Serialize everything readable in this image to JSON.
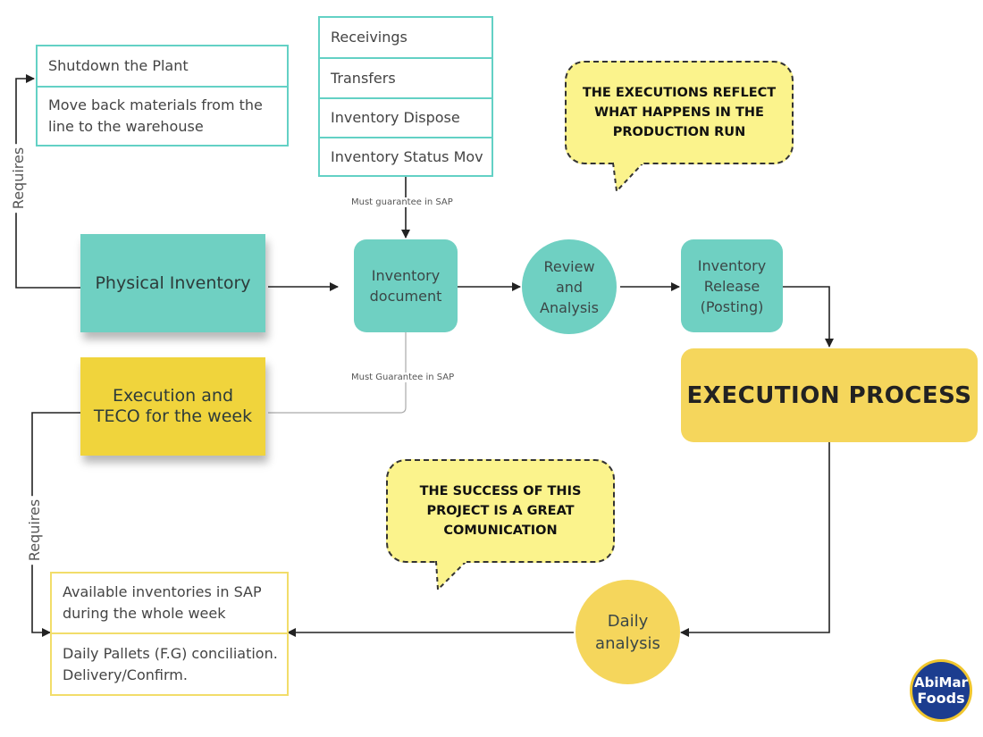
{
  "top_list": {
    "items": [
      "Shutdown the Plant",
      "Move back materials from the line to the warehouse"
    ]
  },
  "movements_list": {
    "items": [
      "Receivings",
      "Transfers",
      "Inventory Dispose",
      "Inventory Status Mov"
    ]
  },
  "bottom_list": {
    "items": [
      "Available inventories in SAP during the whole week",
      "Daily Pallets (F.G) conciliation. Delivery/Confirm."
    ]
  },
  "nodes": {
    "physical_inventory": "Physical Inventory",
    "execution_teco": "Execution and TECO for the week",
    "inventory_document": "Inventory document",
    "review_analysis": "Review and Analysis",
    "inventory_release": "Inventory Release (Posting)",
    "execution_process": "EXECUTION PROCESS",
    "daily_analysis": "Daily analysis"
  },
  "edge_labels": {
    "requires_top": "Requires",
    "requires_bottom": "Requires",
    "must_guarantee_top": "Must guarantee in SAP",
    "must_guarantee_bottom": "Must Guarantee in SAP"
  },
  "callouts": {
    "executions": "THE EXECUTIONS REFLECT WHAT HAPPENS IN THE PRODUCTION RUN",
    "success": "THE SUCCESS OF THIS PROJECT IS A GREAT COMUNICATION"
  },
  "logo": {
    "line1": "AbiMar",
    "line2": "Foods"
  },
  "colors": {
    "teal": "#6fd0c2",
    "teal_border": "#63d1c5",
    "yellow": "#f5d65c",
    "sticky_yellow": "#f0d43c",
    "callout_yellow": "#fbf38c",
    "line": "#333333",
    "logo_blue": "#1c3d8f"
  }
}
